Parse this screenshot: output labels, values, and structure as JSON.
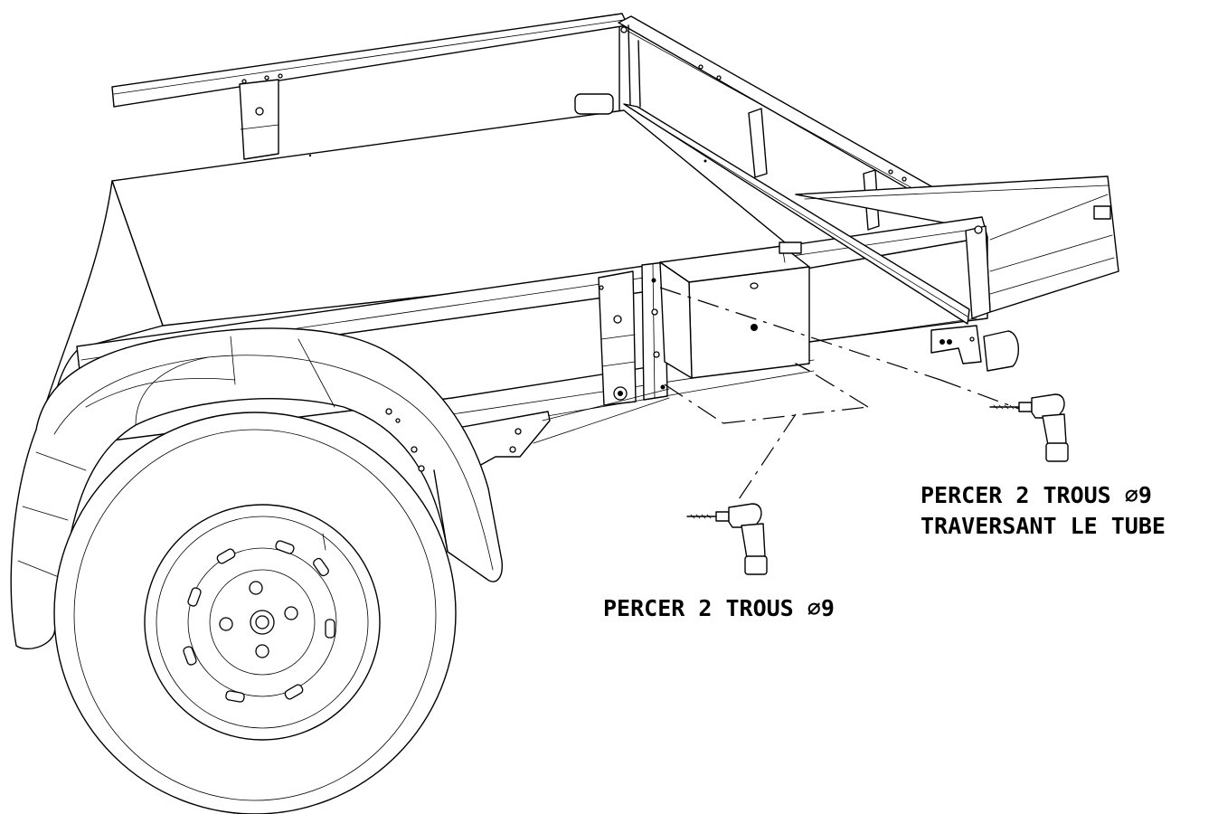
{
  "callouts": {
    "rear_drill": {
      "line1": "PERCER 2 TROUS ∅9",
      "line2": "TRAVERSANT LE TUBE"
    },
    "side_drill": {
      "line1": "PERCER 2 TROUS ∅9"
    }
  },
  "icons": [
    "drill-icon",
    "drill-icon"
  ]
}
